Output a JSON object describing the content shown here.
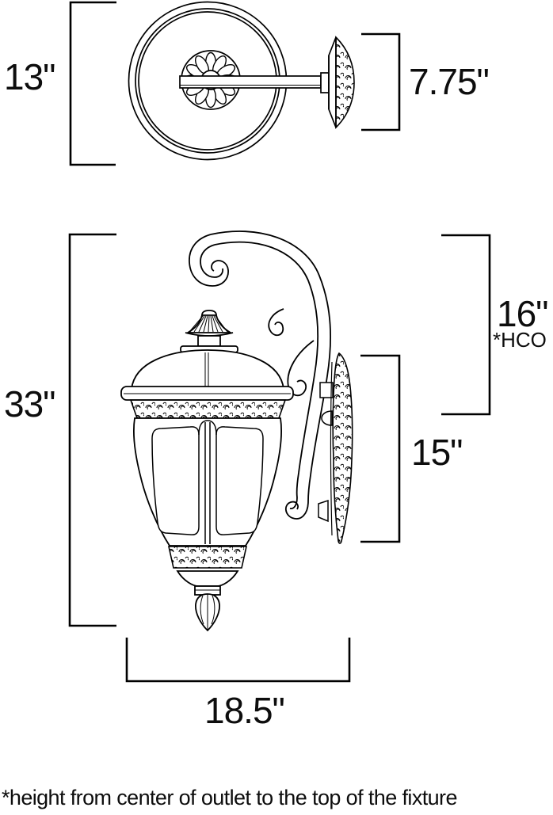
{
  "page": {
    "background_color": "#ffffff",
    "line_color": "#000000"
  },
  "top_view": {
    "height_label": "13\"",
    "backplate_depth_label": "7.75\""
  },
  "front_view": {
    "overall_height_label": "33\"",
    "outlet_to_top_label": "16\"",
    "outlet_note": "*HCO",
    "backplate_height_label": "15\"",
    "overall_width_label": "18.5\""
  },
  "footnote": "*height from center of outlet to the top of the fixture"
}
